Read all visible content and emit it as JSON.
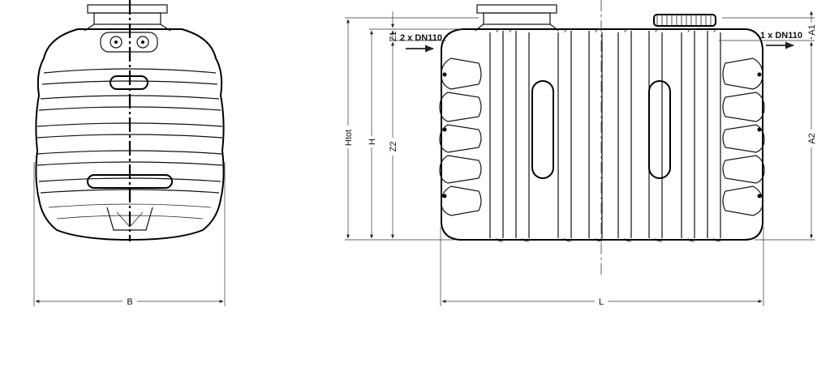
{
  "dimensions": {
    "b": "B",
    "l": "L",
    "htot": "Htot",
    "h": "H",
    "z2": "Z2",
    "z1": "Z1",
    "a1": "A1",
    "a2": "A2"
  },
  "connections": {
    "inlet": "2 x DN110",
    "outlet": "1 x DN110"
  },
  "colors": {
    "line": "#000000",
    "background": "#ffffff"
  }
}
